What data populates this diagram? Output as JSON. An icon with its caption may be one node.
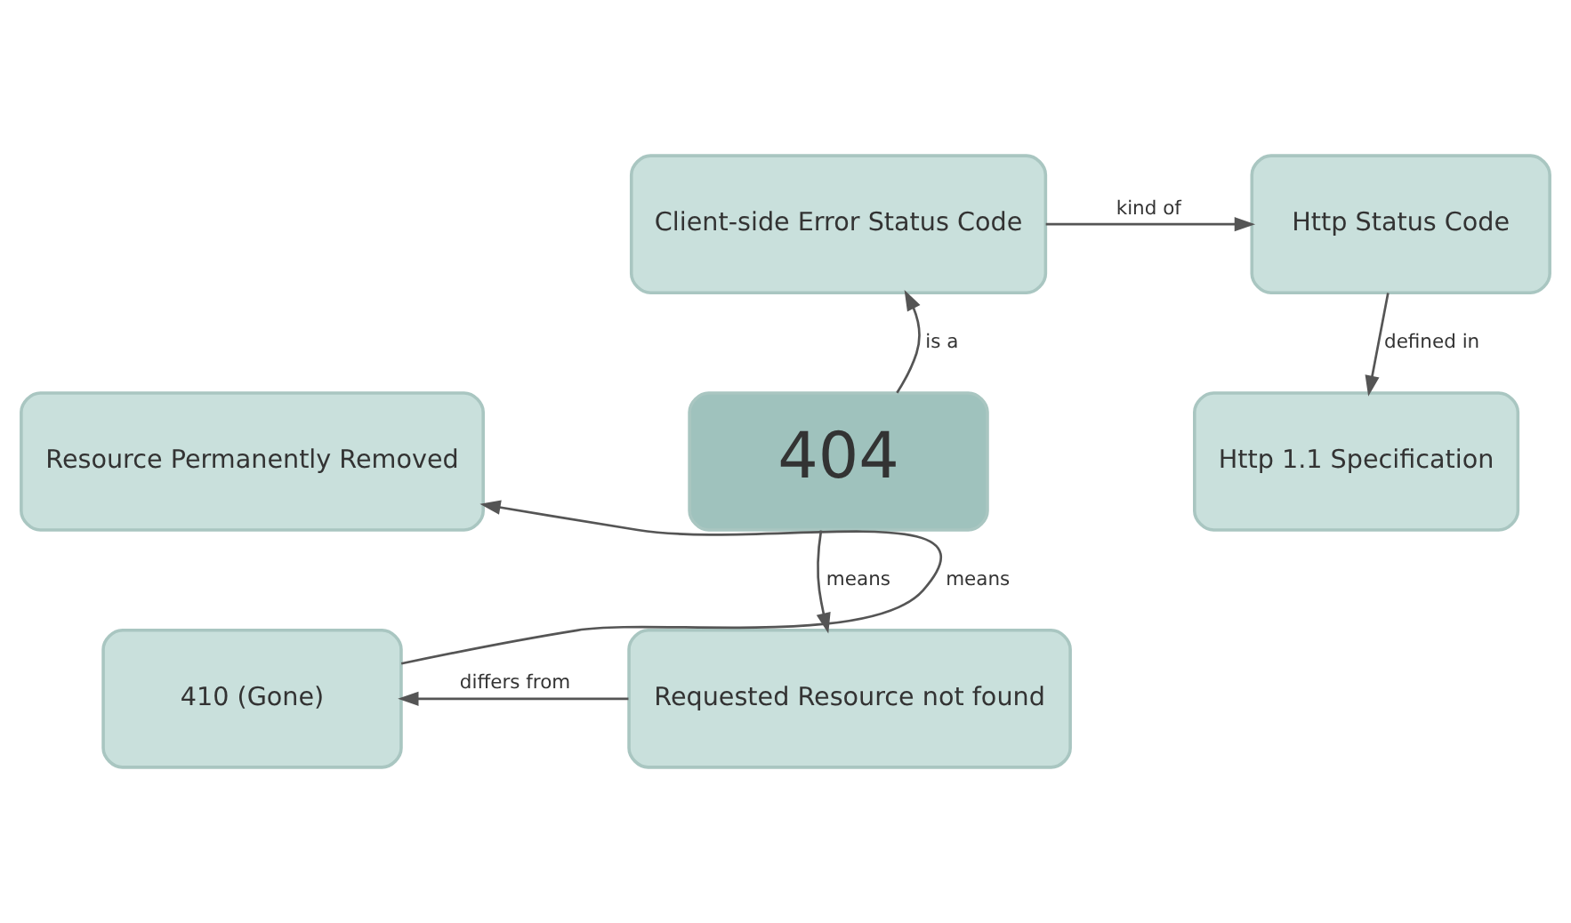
{
  "diagram": {
    "nodes": [
      {
        "text": [
          "Client-side Error Status Code"
        ]
      },
      {
        "text": [
          "Http Status Code"
        ]
      },
      {
        "text": [
          "Resource Permanently Removed"
        ]
      },
      {
        "text": [
          "404"
        ]
      },
      {
        "text": [
          "Http 1.1 Specification"
        ]
      },
      {
        "text": [
          "410 (Gone)"
        ]
      },
      {
        "text": [
          "Requested Resource not found"
        ]
      }
    ],
    "edges": [
      {
        "from": 3,
        "to": 0,
        "arrow": "to",
        "label": "is a"
      },
      {
        "from": 0,
        "to": 1,
        "arrow": "to",
        "label": "kind of"
      },
      {
        "from": 1,
        "to": 4,
        "arrow": "to",
        "label": "defined in"
      },
      {
        "from": 3,
        "to": 6,
        "arrow": "to",
        "label": "means"
      },
      {
        "from": 6,
        "to": 5,
        "arrow": "to",
        "label": "differs from"
      },
      {
        "from": 5,
        "to": 2,
        "arrow": "to",
        "label": "means"
      }
    ]
  }
}
